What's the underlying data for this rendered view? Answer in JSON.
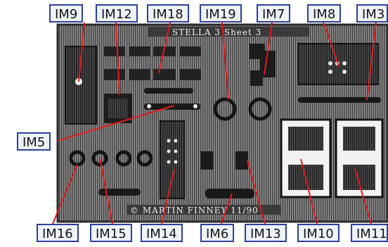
{
  "fret": {
    "title_text": "STELLA 3   Sheet 3",
    "maker_text": "© MARTIN FINNEY  11/90"
  },
  "labels": {
    "im9": "IM9",
    "im12": "IM12",
    "im18": "IM18",
    "im19": "IM19",
    "im7": "IM7",
    "im8": "IM8",
    "im3": "IM3",
    "im5": "IM5",
    "im16": "IM16",
    "im15": "IM15",
    "im14": "IM14",
    "im6": "IM6",
    "im13": "IM13",
    "im10": "IM10",
    "im11": "IM11"
  },
  "colors": {
    "label_border": "#2d3f9e",
    "label_fill": "#eef2fb",
    "leader_line": "#e21b1b"
  }
}
